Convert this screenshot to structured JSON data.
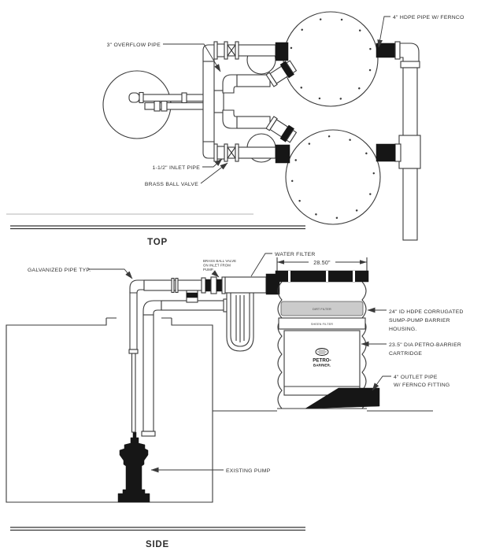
{
  "page": {
    "background": "#ffffff",
    "line_color": "#3a3a3a",
    "fill_black": "#161616",
    "dirt_band_color": "#cbcbcb"
  },
  "top_view": {
    "title": "TOP",
    "labels": {
      "overflow_pipe": "3\" OVERFLOW PIPE",
      "hdpe_pipe": "4\" HDPE PIPE W/ FERNCO",
      "inlet_pipe": "1-1/2\" INLET PIPE",
      "brass_ball_valve": "BRASS BALL VALVE"
    }
  },
  "side_view": {
    "title": "SIDE",
    "labels": {
      "galvanized_pipe": "GALVANIZED PIPE TYP.",
      "valve_inlet_line1": "BRASS BALL VALVE",
      "valve_inlet_line2": "ON INLET FROM",
      "valve_inlet_line3": "PUMP.",
      "water_filter": "WATER FILTER",
      "dimension_width": "28.50\"",
      "housing_line1": "24\" ID HDPE CORRUGATED",
      "housing_line2": "SUMP-PUMP BARRIER",
      "housing_line3": "HOUSING.",
      "cartridge_line1": "23.5\" DIA PETRO-BARRIER",
      "cartridge_line2": "CARTRIDGE",
      "outlet_line1": "4\" OUTLET PIPE",
      "outlet_line2": "W/ FERNCO FITTING",
      "existing_pump": "EXISTING PUMP",
      "dirt_filter_band": "DIRT FILTER",
      "sheen_filter_band": "SHEEN FILTER",
      "logo_line1": "PETRO-",
      "logo_line2": "BARRIER."
    }
  }
}
